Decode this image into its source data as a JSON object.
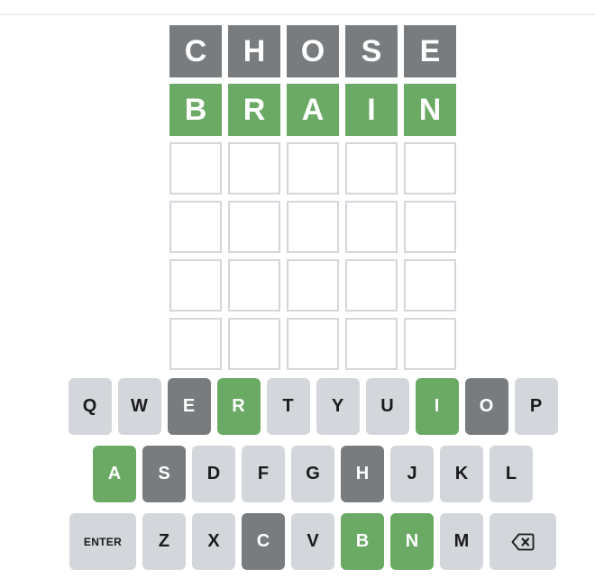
{
  "page": {
    "background": "#ffffff",
    "top_divider_color": "#efefef"
  },
  "colors": {
    "correct": "#6aaa64",
    "absent": "#787c7e",
    "key_default_bg": "#d3d6da",
    "key_default_text": "#1a1a1b",
    "marked_key_text": "#ffffff",
    "tile_letter": "#ffffff",
    "empty_tile_border": "#d3d6da"
  },
  "board": {
    "rows": [
      {
        "letters": [
          "C",
          "H",
          "O",
          "S",
          "E"
        ],
        "states": [
          "absent",
          "absent",
          "absent",
          "absent",
          "absent"
        ]
      },
      {
        "letters": [
          "B",
          "R",
          "A",
          "I",
          "N"
        ],
        "states": [
          "correct",
          "correct",
          "correct",
          "correct",
          "correct"
        ]
      },
      {
        "letters": [
          "",
          "",
          "",
          "",
          ""
        ],
        "states": [
          "empty",
          "empty",
          "empty",
          "empty",
          "empty"
        ]
      },
      {
        "letters": [
          "",
          "",
          "",
          "",
          ""
        ],
        "states": [
          "empty",
          "empty",
          "empty",
          "empty",
          "empty"
        ]
      },
      {
        "letters": [
          "",
          "",
          "",
          "",
          ""
        ],
        "states": [
          "empty",
          "empty",
          "empty",
          "empty",
          "empty"
        ]
      },
      {
        "letters": [
          "",
          "",
          "",
          "",
          ""
        ],
        "states": [
          "empty",
          "empty",
          "empty",
          "empty",
          "empty"
        ]
      }
    ]
  },
  "keyboard": {
    "rows": [
      [
        {
          "label": "Q",
          "state": "default"
        },
        {
          "label": "W",
          "state": "default"
        },
        {
          "label": "E",
          "state": "absent"
        },
        {
          "label": "R",
          "state": "correct"
        },
        {
          "label": "T",
          "state": "default"
        },
        {
          "label": "Y",
          "state": "default"
        },
        {
          "label": "U",
          "state": "default"
        },
        {
          "label": "I",
          "state": "correct"
        },
        {
          "label": "O",
          "state": "absent"
        },
        {
          "label": "P",
          "state": "default"
        }
      ],
      [
        {
          "label": "A",
          "state": "correct"
        },
        {
          "label": "S",
          "state": "absent"
        },
        {
          "label": "D",
          "state": "default"
        },
        {
          "label": "F",
          "state": "default"
        },
        {
          "label": "G",
          "state": "default"
        },
        {
          "label": "H",
          "state": "absent"
        },
        {
          "label": "J",
          "state": "default"
        },
        {
          "label": "K",
          "state": "default"
        },
        {
          "label": "L",
          "state": "default"
        }
      ],
      [
        {
          "label": "ENTER",
          "state": "default",
          "type": "enter"
        },
        {
          "label": "Z",
          "state": "default"
        },
        {
          "label": "X",
          "state": "default"
        },
        {
          "label": "C",
          "state": "absent"
        },
        {
          "label": "V",
          "state": "default"
        },
        {
          "label": "B",
          "state": "correct"
        },
        {
          "label": "N",
          "state": "correct"
        },
        {
          "label": "M",
          "state": "default"
        },
        {
          "label": "",
          "state": "default",
          "type": "backspace",
          "icon": "backspace-icon"
        }
      ]
    ]
  }
}
